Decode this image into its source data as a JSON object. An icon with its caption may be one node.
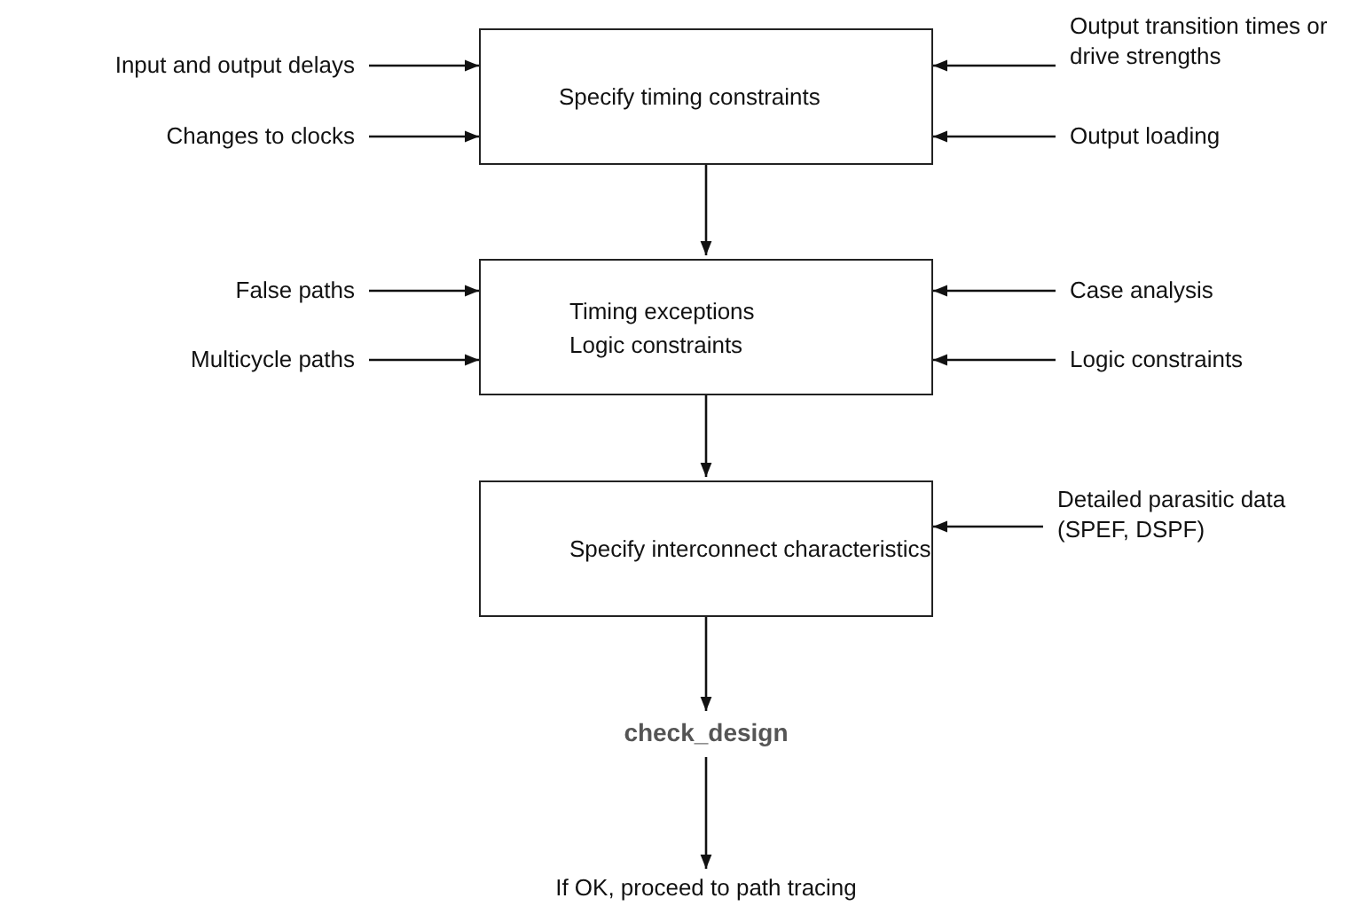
{
  "diagram": {
    "nodes": [
      {
        "text": [
          "Input and output delays"
        ]
      },
      {
        "text": [
          "Specify timing constraints"
        ]
      },
      {
        "text": [
          "Output transition times or drive strengths"
        ]
      },
      {
        "text": [
          "Changes to clocks"
        ]
      },
      {
        "text": [
          "Output loading"
        ]
      },
      {
        "text": [
          "False paths"
        ]
      },
      {
        "text": [
          "Timing exceptions",
          "Logic constraints"
        ]
      },
      {
        "text": [
          "Case analysis"
        ]
      },
      {
        "text": [
          "Multicycle paths"
        ]
      },
      {
        "text": [
          "Logic constraints"
        ]
      },
      {
        "text": [
          "Specify interconnect characteristics"
        ]
      },
      {
        "text": [
          "Detailed parasitic data (SPEF, DSPF)"
        ]
      },
      {
        "text": [
          "check_design"
        ]
      },
      {
        "text": [
          "If OK, proceed to path tracing"
        ]
      }
    ],
    "edges": [
      {
        "from": 0,
        "to": 1,
        "arrow": "to"
      },
      {
        "from": 3,
        "to": 1,
        "arrow": "to"
      },
      {
        "from": 2,
        "to": 1,
        "arrow": "to"
      },
      {
        "from": 4,
        "to": 1,
        "arrow": "to"
      },
      {
        "from": 1,
        "to": 6,
        "arrow": "to"
      },
      {
        "from": 5,
        "to": 6,
        "arrow": "to"
      },
      {
        "from": 8,
        "to": 6,
        "arrow": "to"
      },
      {
        "from": 7,
        "to": 6,
        "arrow": "to"
      },
      {
        "from": 9,
        "to": 6,
        "arrow": "to"
      },
      {
        "from": 6,
        "to": 10,
        "arrow": "to"
      },
      {
        "from": 11,
        "to": 10,
        "arrow": "to"
      },
      {
        "from": 10,
        "to": 12,
        "arrow": "to"
      },
      {
        "from": 12,
        "to": 13,
        "arrow": "to"
      }
    ]
  }
}
